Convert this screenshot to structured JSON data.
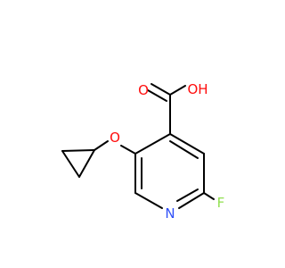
{
  "molecule": {
    "atoms": {
      "oxygen_carbonyl": {
        "symbol": "O",
        "color": "#ff0d0d"
      },
      "hydroxyl": {
        "symbol": "OH",
        "color": "#ff0d0d"
      },
      "oxygen_ether": {
        "symbol": "O",
        "color": "#ff0d0d"
      },
      "nitrogen": {
        "symbol": "N",
        "color": "#3050f8"
      },
      "fluorine": {
        "symbol": "F",
        "color": "#90e050"
      }
    },
    "bond_color": "#000000"
  }
}
